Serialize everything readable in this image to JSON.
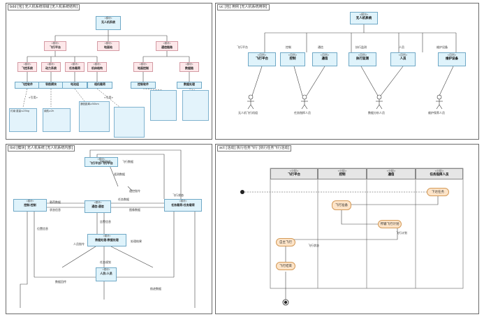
{
  "panels": {
    "bdd": "bdd [包] 无人机系统领域 [无人机系统结构]",
    "uc": "uc [包] 用例 [无人机系统用例]",
    "ibd": "ibd [模块] 无人机系统 [无人机系统内部]",
    "act": "act [活动] 执行任务飞行 [执行任务飞行活动]"
  },
  "stereo": {
    "block": "«模块»",
    "uc": "«用例»",
    "swim": "«分配»",
    "ref": "«引用»"
  },
  "bdd": {
    "root": "无人机系统",
    "level1": [
      "飞行平台",
      "地面站",
      "通信链路"
    ],
    "level2": [
      "飞控系统",
      "动力系统",
      "任务载荷",
      "机体结构",
      "地面控制",
      "数据链"
    ],
    "level3": [
      "飞控软件",
      "导航模块",
      "电池组",
      "相机载荷",
      "控制软件",
      "数据处理"
    ],
    "ref_label": "«引用»",
    "notes": [
      "约束:重量≤25kg",
      "续航≥2h",
      "通信距离≥50km"
    ]
  },
  "uc": {
    "system": "无人机系统",
    "usecases": [
      "飞行平台",
      "控制",
      "通信",
      "执行监测",
      "人员",
      "维护设备"
    ],
    "actors": [
      "无人机飞行机组",
      "任务指挥人员",
      "数据分析人员",
      "维护保养人员"
    ],
    "assoc": [
      "飞行平台",
      "控制",
      "通信",
      "执行监测",
      "人员",
      "维护设备"
    ]
  },
  "ibd": {
    "parts": [
      "控制:控制",
      "飞行平台:飞行平台",
      "通信:通信",
      "任务载荷:任务载荷",
      "数据处理:数据处理",
      "人员:人员"
    ],
    "flows": [
      "控制指令",
      "飞行数据",
      "遥测数据",
      "遥控指令",
      "载荷数据",
      "状态信息",
      "任务数据",
      "图像数据",
      "飞行状态",
      "位置信息",
      "告警信息",
      "人员指令",
      "处理结果",
      "任务规划",
      "航迹数据",
      "数据回传"
    ]
  },
  "act": {
    "swimlanes": [
      "飞行平台",
      "控制",
      "通信",
      "任务指挥人员"
    ],
    "actions": [
      "下达任务",
      "飞行准备",
      "传输飞行计划",
      "自主飞行",
      "飞行结束"
    ],
    "flow_labels": [
      "飞行计划",
      "飞行状态"
    ]
  }
}
